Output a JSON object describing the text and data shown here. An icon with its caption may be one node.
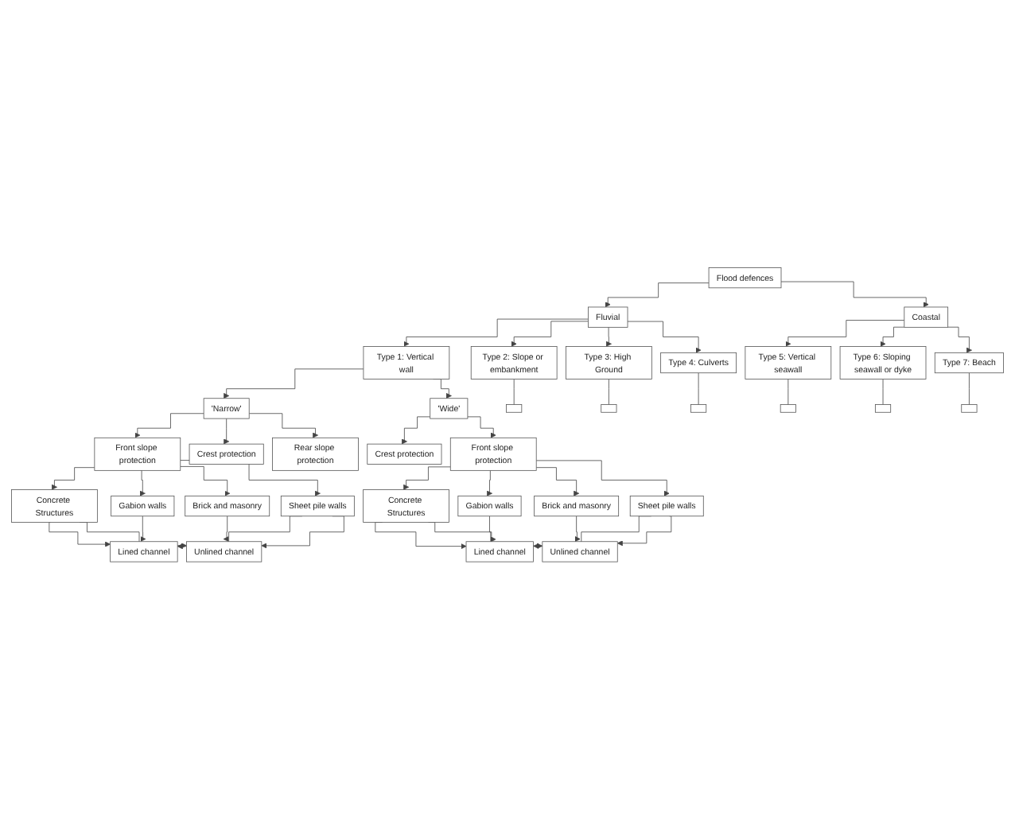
{
  "diagram": {
    "nodes": [
      {
        "text": [
          "Flood defences"
        ]
      },
      {
        "text": [
          "Fluvial"
        ]
      },
      {
        "text": [
          "Coastal"
        ]
      },
      {
        "text": [
          "Type 1: Vertical wall"
        ]
      },
      {
        "text": [
          "Type 2: Slope or embankment"
        ]
      },
      {
        "text": [
          "Type 3: High Ground"
        ]
      },
      {
        "text": [
          "Type 4: Culverts"
        ]
      },
      {
        "text": [
          "Type 5: Vertical seawall"
        ]
      },
      {
        "text": [
          "Type 6: Sloping seawall or dyke"
        ]
      },
      {
        "text": [
          "Type 7: Beach"
        ]
      },
      {
        "text": [],
        "shape": "box"
      },
      {
        "text": [],
        "shape": "box"
      },
      {
        "text": [],
        "shape": "box"
      },
      {
        "text": [],
        "shape": "box"
      },
      {
        "text": [],
        "shape": "box"
      },
      {
        "text": [],
        "shape": "box"
      },
      {
        "text": [
          "'Narrow'"
        ]
      },
      {
        "text": [
          "'Wide'"
        ]
      },
      {
        "text": [
          "Front slope protection"
        ]
      },
      {
        "text": [
          "Crest protection"
        ]
      },
      {
        "text": [
          "Rear slope protection"
        ]
      },
      {
        "text": [
          "Crest protection"
        ]
      },
      {
        "text": [
          "Front slope protection"
        ]
      },
      {
        "text": [
          "Concrete Structures"
        ]
      },
      {
        "text": [
          "Gabion walls"
        ]
      },
      {
        "text": [
          "Brick and masonry"
        ]
      },
      {
        "text": [
          "Sheet pile walls"
        ]
      },
      {
        "text": [
          "Concrete Structures"
        ]
      },
      {
        "text": [
          "Gabion walls"
        ]
      },
      {
        "text": [
          "Brick and masonry"
        ]
      },
      {
        "text": [
          "Sheet pile walls"
        ]
      },
      {
        "text": [
          "Lined channel"
        ]
      },
      {
        "text": [
          "Unlined channel"
        ]
      },
      {
        "text": [
          "Lined channel"
        ]
      },
      {
        "text": [
          "Unlined channel"
        ]
      }
    ],
    "edges": [
      {
        "from": 0,
        "to": 1,
        "arrow": "to"
      },
      {
        "from": 0,
        "to": 2,
        "arrow": "to"
      },
      {
        "from": 1,
        "to": 3,
        "arrow": "to"
      },
      {
        "from": 1,
        "to": 4,
        "arrow": "to"
      },
      {
        "from": 1,
        "to": 5,
        "arrow": "to"
      },
      {
        "from": 1,
        "to": 6,
        "arrow": "to"
      },
      {
        "from": 2,
        "to": 7,
        "arrow": "to"
      },
      {
        "from": 2,
        "to": 8,
        "arrow": "to"
      },
      {
        "from": 2,
        "to": 9,
        "arrow": "to"
      },
      {
        "from": 4,
        "to": 10,
        "arrow": "none"
      },
      {
        "from": 5,
        "to": 11,
        "arrow": "none"
      },
      {
        "from": 6,
        "to": 12,
        "arrow": "none"
      },
      {
        "from": 7,
        "to": 13,
        "arrow": "none"
      },
      {
        "from": 8,
        "to": 14,
        "arrow": "none"
      },
      {
        "from": 9,
        "to": 15,
        "arrow": "none"
      },
      {
        "from": 3,
        "to": 16,
        "arrow": "to"
      },
      {
        "from": 3,
        "to": 17,
        "arrow": "to"
      },
      {
        "from": 16,
        "to": 18,
        "arrow": "to"
      },
      {
        "from": 16,
        "to": 19,
        "arrow": "to"
      },
      {
        "from": 16,
        "to": 20,
        "arrow": "to"
      },
      {
        "from": 17,
        "to": 21,
        "arrow": "to"
      },
      {
        "from": 17,
        "to": 22,
        "arrow": "to"
      },
      {
        "from": 18,
        "to": 23,
        "arrow": "to"
      },
      {
        "from": 18,
        "to": 24,
        "arrow": "to"
      },
      {
        "from": 18,
        "to": 25,
        "arrow": "to"
      },
      {
        "from": 18,
        "to": 26,
        "arrow": "to"
      },
      {
        "from": 22,
        "to": 27,
        "arrow": "to"
      },
      {
        "from": 22,
        "to": 28,
        "arrow": "to"
      },
      {
        "from": 22,
        "to": 29,
        "arrow": "to"
      },
      {
        "from": 22,
        "to": 30,
        "arrow": "to"
      },
      {
        "from": 23,
        "to": 31,
        "arrow": "to"
      },
      {
        "from": 23,
        "to": 32,
        "arrow": "to"
      },
      {
        "from": 24,
        "to": 31,
        "arrow": "to"
      },
      {
        "from": 25,
        "to": 32,
        "arrow": "to"
      },
      {
        "from": 26,
        "to": 31,
        "arrow": "to"
      },
      {
        "from": 26,
        "to": 32,
        "arrow": "to"
      },
      {
        "from": 27,
        "to": 33,
        "arrow": "to"
      },
      {
        "from": 27,
        "to": 34,
        "arrow": "to"
      },
      {
        "from": 28,
        "to": 33,
        "arrow": "to"
      },
      {
        "from": 29,
        "to": 34,
        "arrow": "to"
      },
      {
        "from": 30,
        "to": 33,
        "arrow": "to"
      },
      {
        "from": 30,
        "to": 34,
        "arrow": "to"
      }
    ]
  }
}
